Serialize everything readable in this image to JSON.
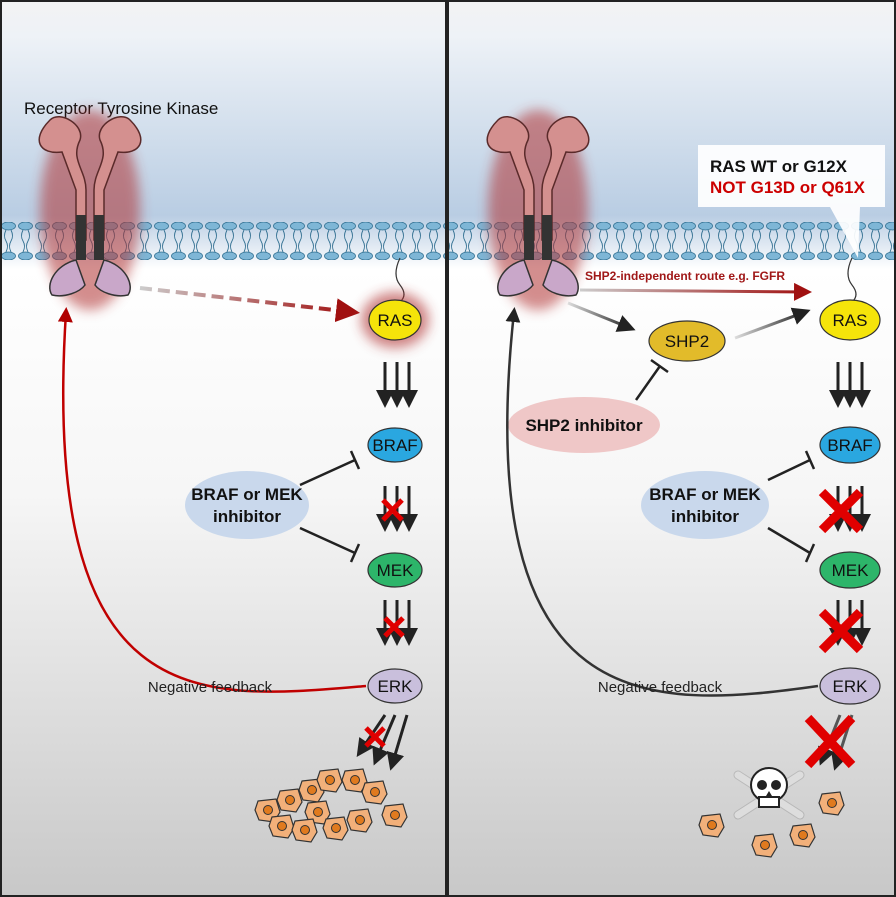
{
  "left_panel": {
    "title": "Receptor Tyrosine Kinase",
    "nodes": {
      "ras": "RAS",
      "braf": "BRAF",
      "mek": "MEK",
      "erk": "ERK"
    },
    "inhibitor": {
      "line1": "BRAF or MEK",
      "line2": "inhibitor"
    },
    "feedback_label": "Negative feedback"
  },
  "right_panel": {
    "callout": {
      "line1": "RAS WT or G12X",
      "line2": "NOT G13D or Q61X"
    },
    "route_label": "SHP2-independent route e.g. FGFR",
    "nodes": {
      "shp2": "SHP2",
      "ras": "RAS",
      "braf": "BRAF",
      "mek": "MEK",
      "erk": "ERK"
    },
    "shp2_inhibitor": "SHP2 inhibitor",
    "inhibitor": {
      "line1": "BRAF or MEK",
      "line2": "inhibitor"
    },
    "feedback_label": "Negative feedback"
  },
  "colors": {
    "ras": "#f5e40a",
    "braf": "#2aa7e0",
    "mek": "#2db56a",
    "erk": "#c9bfdc",
    "shp2": "#e2bb2a",
    "inhibitor": "#c9d8ec",
    "shp2_inhibitor": "#efc7c7",
    "feedback_left": "#c00000",
    "feedback_right": "#333333",
    "block_x": "#e00000"
  },
  "icons": [
    "receptor-tyrosine-kinase-icon",
    "membrane-icon",
    "tumor-cells-icon",
    "skull-crossbones-icon",
    "block-x-icon"
  ]
}
